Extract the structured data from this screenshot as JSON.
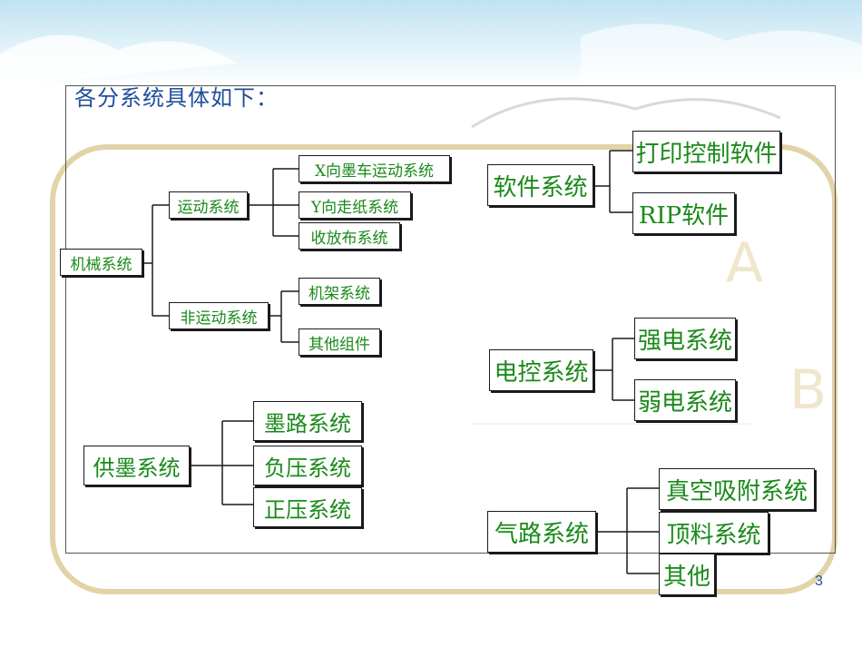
{
  "title": "各分系统具体如下：",
  "page_number": "3",
  "mechanical": {
    "root": "机械系统",
    "motion": {
      "label": "运动系统",
      "children": [
        "X向墨车运动系统",
        "Y向走纸系统",
        "收放布系统"
      ]
    },
    "nonmotion": {
      "label": "非运动系统",
      "children": [
        "机架系统",
        "其他组件"
      ]
    }
  },
  "ink": {
    "root": "供墨系统",
    "children": [
      "墨路系统",
      "负压系统",
      "正压系统"
    ]
  },
  "software": {
    "root": "软件系统",
    "children": [
      "打印控制软件",
      "RIP软件"
    ]
  },
  "electrical": {
    "root": "电控系统",
    "children": [
      "强电系统",
      "弱电系统"
    ]
  },
  "pneumatic": {
    "root": "气路系统",
    "children": [
      "真空吸附系统",
      "顶料系统",
      "其他"
    ]
  },
  "colors": {
    "node_text": "#1a8a1a",
    "title": "#1f4e9a"
  }
}
